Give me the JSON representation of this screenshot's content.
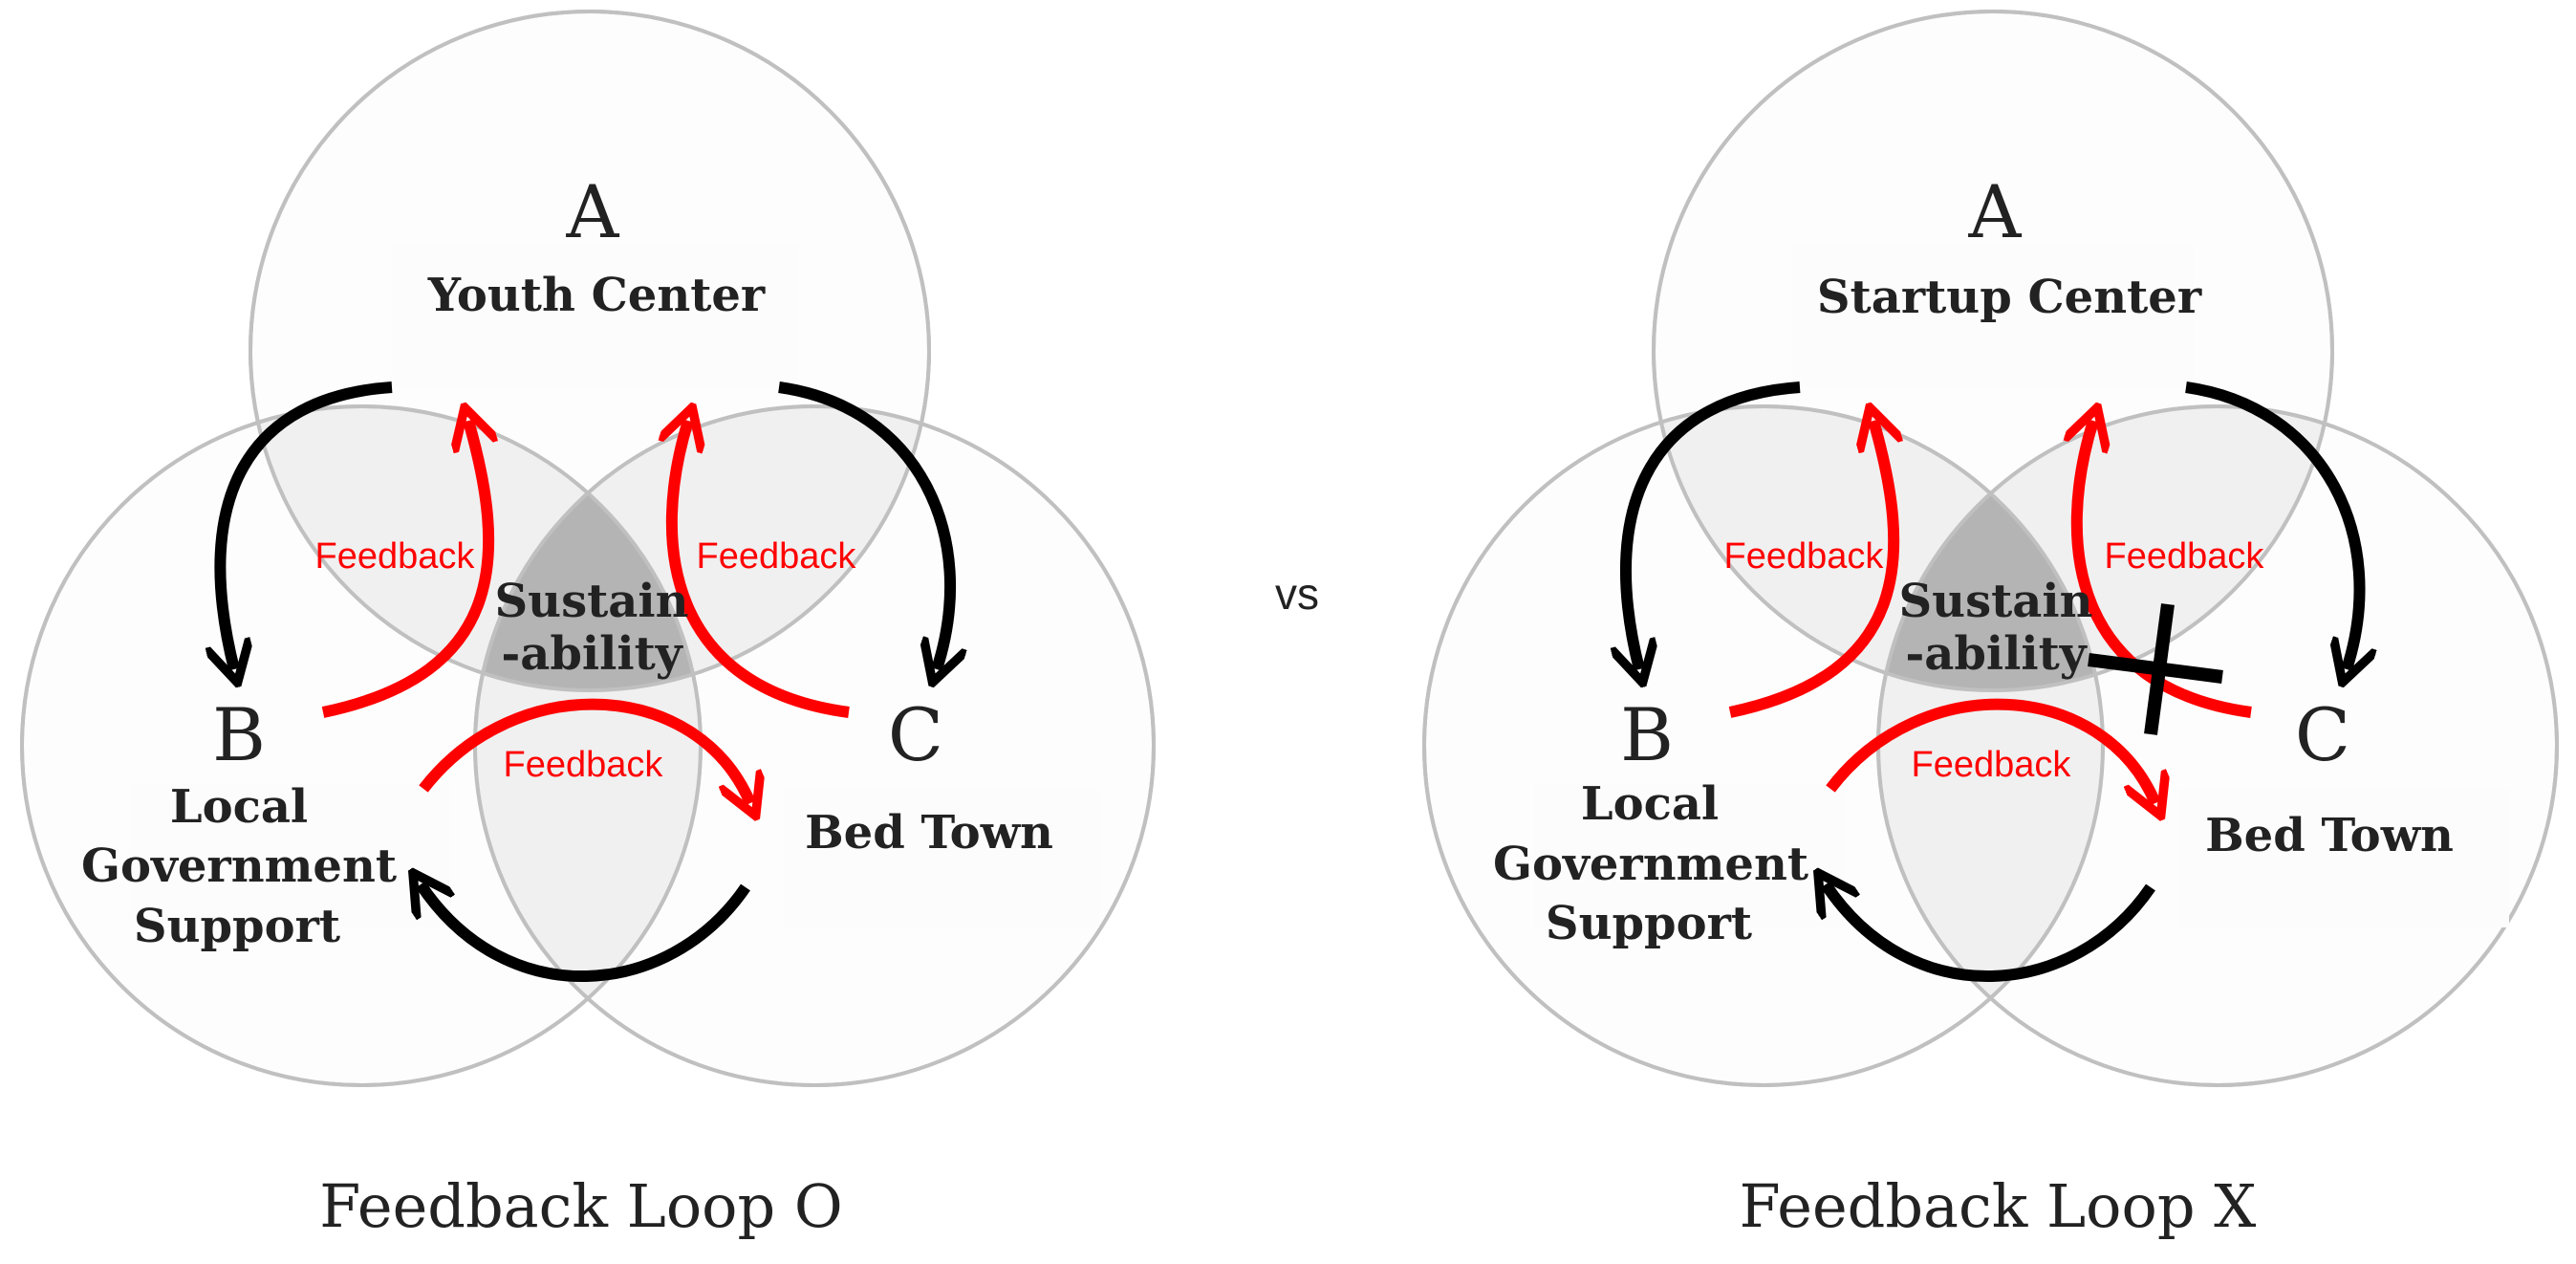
{
  "vs_label": "vs",
  "diagrams": [
    {
      "caption": "Feedback Loop O",
      "node_a": {
        "letter": "A",
        "label": "Youth Center"
      },
      "node_b": {
        "letter": "B",
        "label_lines": [
          "Local",
          "Government",
          "Support"
        ]
      },
      "node_c": {
        "letter": "C",
        "label": "Bed Town"
      },
      "center": {
        "lines": [
          "Sustain",
          "-ability"
        ]
      },
      "feedback_labels": [
        "Feedback",
        "Feedback",
        "Feedback"
      ]
    },
    {
      "caption": "Feedback Loop X",
      "node_a": {
        "letter": "A",
        "label": "Startup Center"
      },
      "node_b": {
        "letter": "B",
        "label_lines": [
          "Local",
          "Government",
          "Support"
        ]
      },
      "node_c": {
        "letter": "C",
        "label": "Bed Town"
      },
      "center": {
        "lines": [
          "Sustain",
          "-ability"
        ]
      },
      "feedback_labels": [
        "Feedback",
        "Feedback",
        "Feedback"
      ]
    }
  ],
  "colors": {
    "flow_arrow": "#000000",
    "feedback_arrow": "#ff0000",
    "circle_outline": "#c0c0c0",
    "overlap_fill": "#ececec",
    "center_fill": "#b4b4b4",
    "broken_mark": "#000000"
  },
  "icons": {
    "broken_feedback": "cross-mark"
  }
}
